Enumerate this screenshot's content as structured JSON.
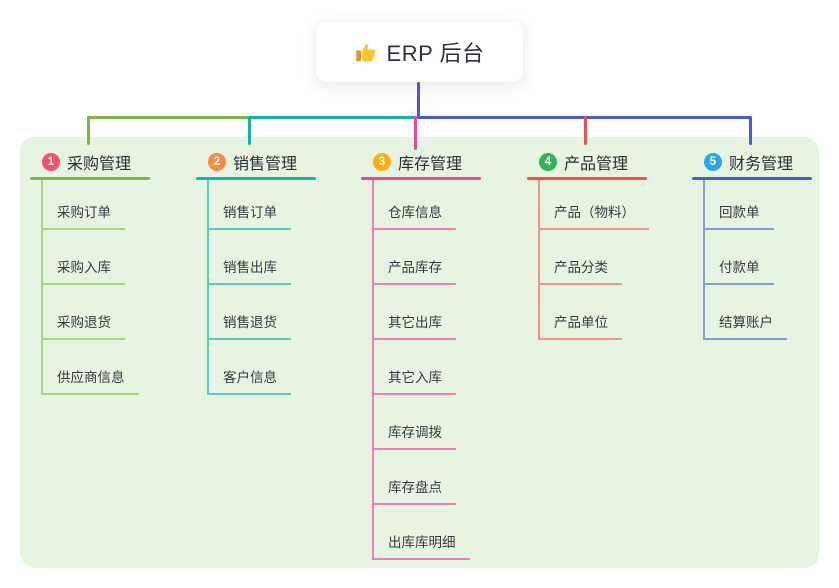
{
  "canvas": {
    "background": "#ffffff",
    "panel_background": "#e8f4e2"
  },
  "root": {
    "label": "ERP 后台",
    "icon": "thumbs-up"
  },
  "connectors": {
    "trunk": "#4a5ace",
    "bus": [
      {
        "name": "left-segment",
        "color": "#7cb93e"
      },
      {
        "name": "middle-segment",
        "color": "#14b3aa"
      },
      {
        "name": "right-segment",
        "color": "#4a5ace"
      }
    ]
  },
  "branches": [
    {
      "badge": "1",
      "label": "采购管理",
      "badge_color": "#f5516d",
      "line_color": "#7cb93e",
      "sub_line_color": "#a9d77f",
      "items": [
        "采购订单",
        "采购入库",
        "采购退货",
        "供应商信息"
      ]
    },
    {
      "badge": "2",
      "label": "销售管理",
      "badge_color": "#f78b44",
      "line_color": "#14b3aa",
      "sub_line_color": "#5fc9c0",
      "items": [
        "销售订单",
        "销售出库",
        "销售退货",
        "客户信息"
      ]
    },
    {
      "badge": "3",
      "label": "库存管理",
      "badge_color": "#ffb010",
      "line_color": "#e8489b",
      "sub_line_color": "#f07fbc",
      "items": [
        "仓库信息",
        "产品库存",
        "其它出库",
        "其它入库",
        "库存调拨",
        "库存盘点",
        "出库库明细"
      ]
    },
    {
      "badge": "4",
      "label": "产品管理",
      "badge_color": "#30b554",
      "line_color": "#f0504e",
      "sub_line_color": "#f5928e",
      "items": [
        "产品（物料）",
        "产品分类",
        "产品单位"
      ]
    },
    {
      "badge": "5",
      "label": "财务管理",
      "badge_color": "#2aa7ea",
      "line_color": "#3f62d2",
      "sub_line_color": "#8a9cdc",
      "items": [
        "回款单",
        "付款单",
        "结算账户"
      ]
    }
  ]
}
